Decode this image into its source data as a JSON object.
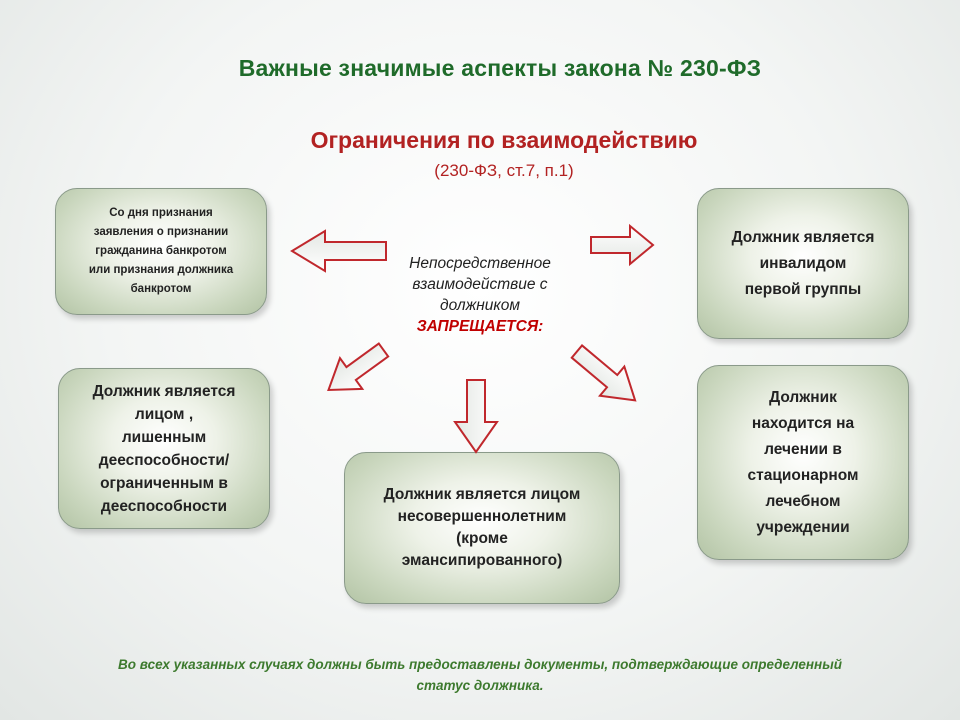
{
  "title": "Важные значимые аспекты закона № 230-ФЗ",
  "subtitle": "Ограничения по взаимодействию",
  "reference": "(230-ФЗ, ст.7, п.1)",
  "center": {
    "text": "Непосредственное\nвзаимодействие с\nдолжником",
    "forbidden": "ЗАПРЕЩАЕТСЯ:"
  },
  "boxes": {
    "bankrupt": "Со дня признания\nзаявления о признании\nгражданина банкротом\nили признания должника\nбанкротом",
    "disabled": "Должник является\nинвалидом\nпервой группы",
    "incapacitated": "Должник  является\nлицом ,\nлишенным\nдееспособности/\nограниченным в\nдееспособности",
    "minor": "Должник является лицом\nнесовершеннолетним\n(кроме\nэмансипированного)",
    "hospital": "Должник\nнаходится на\nлечении в\nстационарном\nлечебном\nучреждении"
  },
  "footer": "Во всех указанных случаях должны быть предоставлены документы, подтверждающие определенный\nстатус должника.",
  "colors": {
    "title": "#1f6b2a",
    "subtitle": "#b22222",
    "arrow_stroke": "#c0282d",
    "footer": "#3d7a2e",
    "forbidden": "#c00000"
  }
}
